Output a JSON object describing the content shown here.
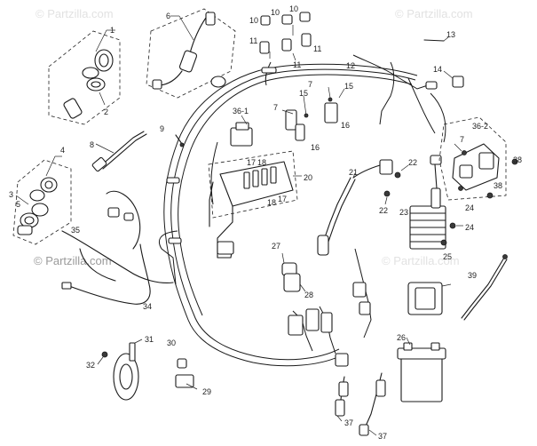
{
  "watermarks": {
    "top_left": "© Partzilla.com",
    "top_right": "© Partzilla.com",
    "center_left": "© Partzilla.com",
    "center_right": "© Partzilla.com"
  },
  "callouts": [
    {
      "id": "c1",
      "label": "1"
    },
    {
      "id": "c2",
      "label": "2"
    },
    {
      "id": "c3",
      "label": "3"
    },
    {
      "id": "c4",
      "label": "4"
    },
    {
      "id": "c5",
      "label": "5"
    },
    {
      "id": "c6",
      "label": "6"
    },
    {
      "id": "c7a",
      "label": "7"
    },
    {
      "id": "c7b",
      "label": "7"
    },
    {
      "id": "c7c",
      "label": "7"
    },
    {
      "id": "c8",
      "label": "8"
    },
    {
      "id": "c9",
      "label": "9"
    },
    {
      "id": "c10a",
      "label": "10"
    },
    {
      "id": "c10b",
      "label": "10"
    },
    {
      "id": "c10c",
      "label": "10"
    },
    {
      "id": "c11a",
      "label": "11"
    },
    {
      "id": "c11b",
      "label": "11"
    },
    {
      "id": "c11c",
      "label": "11"
    },
    {
      "id": "c12",
      "label": "12"
    },
    {
      "id": "c13",
      "label": "13"
    },
    {
      "id": "c14",
      "label": "14"
    },
    {
      "id": "c15a",
      "label": "15"
    },
    {
      "id": "c15b",
      "label": "15"
    },
    {
      "id": "c16a",
      "label": "16"
    },
    {
      "id": "c16b",
      "label": "16"
    },
    {
      "id": "c17a",
      "label": "17"
    },
    {
      "id": "c17b",
      "label": "17"
    },
    {
      "id": "c18a",
      "label": "18"
    },
    {
      "id": "c18b",
      "label": "18"
    },
    {
      "id": "c20",
      "label": "20"
    },
    {
      "id": "c21",
      "label": "21"
    },
    {
      "id": "c22a",
      "label": "22"
    },
    {
      "id": "c22b",
      "label": "22"
    },
    {
      "id": "c23",
      "label": "23"
    },
    {
      "id": "c24a",
      "label": "24"
    },
    {
      "id": "c24b",
      "label": "24"
    },
    {
      "id": "c25",
      "label": "25"
    },
    {
      "id": "c26",
      "label": "26"
    },
    {
      "id": "c27",
      "label": "27"
    },
    {
      "id": "c28",
      "label": "28"
    },
    {
      "id": "c29",
      "label": "29"
    },
    {
      "id": "c30",
      "label": "30"
    },
    {
      "id": "c31",
      "label": "31"
    },
    {
      "id": "c32",
      "label": "32"
    },
    {
      "id": "c34",
      "label": "34"
    },
    {
      "id": "c35",
      "label": "35"
    },
    {
      "id": "c36_1",
      "label": "36-1"
    },
    {
      "id": "c36_2",
      "label": "36-2"
    },
    {
      "id": "c37a",
      "label": "37"
    },
    {
      "id": "c37b",
      "label": "37"
    },
    {
      "id": "c38a",
      "label": "38"
    },
    {
      "id": "c38b",
      "label": "38"
    },
    {
      "id": "c39",
      "label": "39"
    }
  ]
}
